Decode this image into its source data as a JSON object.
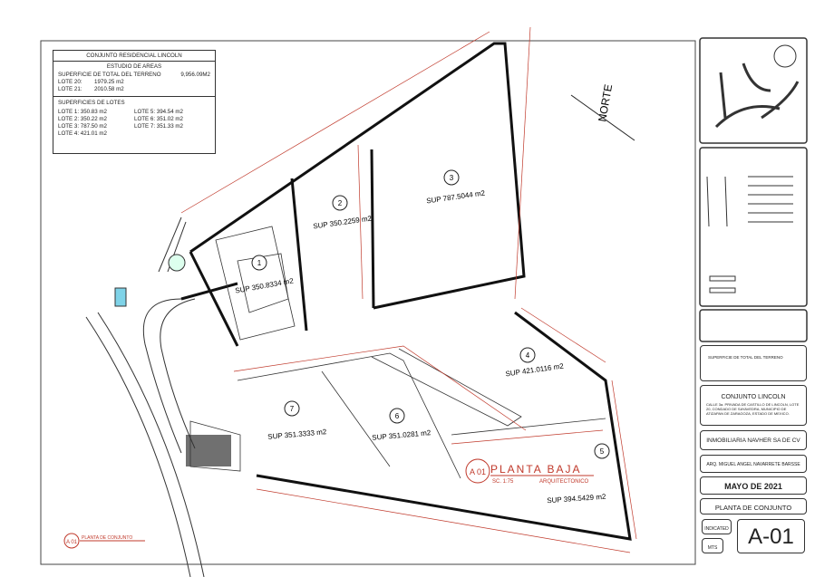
{
  "areas_table": {
    "title": "CONJUNTO RESIDENCIAL LINCOLN",
    "subtitle": "ESTUDIO DE AREAS",
    "total_label": "SUPERFICIE DE TOTAL DEL TERRENO",
    "total_value": "9,956.09M2",
    "lote20_label": "LOTE 20:",
    "lote20_value": "1979.25 m2",
    "lote21_label": "LOTE 21:",
    "lote21_value": "2010.58 m2",
    "lots_heading": "SUPERFICIES DE LOTES",
    "lots": [
      "LOTE 1:  350.83 m2",
      "LOTE 5:  394.54 m2",
      "LOTE 2:  350.22 m2",
      "LOTE 6:  351.02 m2",
      "LOTE 3:  787.50 m2",
      "LOTE 7:  351.33 m2",
      "LOTE 4:  421.01 m2"
    ]
  },
  "plan": {
    "north_label": "NORTE",
    "lots": [
      {
        "number": "1",
        "area": "SUP 350.8334 m2"
      },
      {
        "number": "2",
        "area": "SUP 350.2259 m2"
      },
      {
        "number": "3",
        "area": "SUP 787.5044 m2"
      },
      {
        "number": "4",
        "area": "SUP 421.0116 m2"
      },
      {
        "number": "5",
        "area": "SUP 394.5429 m2"
      },
      {
        "number": "6",
        "area": "SUP 351.0281 m2"
      },
      {
        "number": "7",
        "area": "SUP 351.3333 m2"
      }
    ],
    "view_label": {
      "code": "A 01",
      "title": "PLANTA BAJA",
      "scale": "SC. 1:75",
      "subtitle": "ARQUITECTONICO"
    },
    "view_label_2": {
      "code": "A 01",
      "title": "PLANTA DE CONJUNTO"
    },
    "line_color": "#111111",
    "dimension_color": "#c0392b"
  },
  "title_block": {
    "total_label": "SUPERFICIE DE TOTAL DEL TERRENO",
    "project": "CONJUNTO LINCOLN",
    "address": "CALLE 3a. PRIVADA DE CASTILLO DE LINCOLN, LOTE 20, CONDADO DE SAYAVEDRA, MUNICIPIO DE ATIZAPAN DE ZARAGOZA, ESTADO DE MEXICO.",
    "owner": "INMOBILIARIA NAVHER SA DE CV",
    "architect": "ARQ. MIGUEL ANGEL NAVARRETE BARSSE",
    "date": "MAYO DE 2021",
    "sheet_title": "PLANTA DE CONJUNTO",
    "scale": "INDICATED",
    "units": "MTS",
    "sheet_number": "A-01"
  }
}
